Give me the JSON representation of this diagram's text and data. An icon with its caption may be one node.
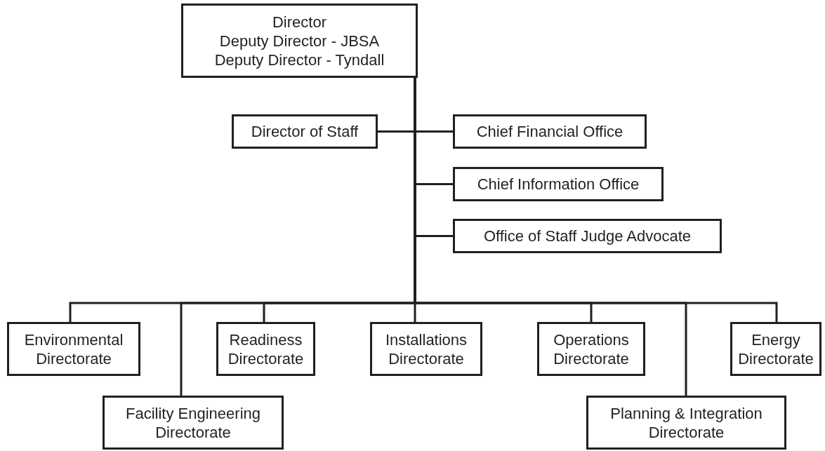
{
  "diagram": {
    "nodes": [
      {
        "text": [
          "Director",
          "Deputy Director - JBSA",
          "Deputy Director - Tyndall"
        ]
      },
      {
        "text": [
          "Director of Staff"
        ]
      },
      {
        "text": [
          "Chief Financial Office"
        ]
      },
      {
        "text": [
          "Chief Information Office"
        ]
      },
      {
        "text": [
          "Office of Staff Judge Advocate"
        ]
      },
      {
        "text": [
          "Environmental Directorate"
        ]
      },
      {
        "text": [
          "Facility Engineering Directorate"
        ]
      },
      {
        "text": [
          "Readiness Directorate"
        ]
      },
      {
        "text": [
          "Installations Directorate"
        ]
      },
      {
        "text": [
          "Operations Directorate"
        ]
      },
      {
        "text": [
          "Planning & Integration Directorate"
        ]
      },
      {
        "text": [
          "Energy Directorate"
        ]
      }
    ],
    "edges": [
      {
        "from": 0,
        "to": 1,
        "arrow": "none"
      },
      {
        "from": 0,
        "to": 2,
        "arrow": "none"
      },
      {
        "from": 0,
        "to": 3,
        "arrow": "none"
      },
      {
        "from": 0,
        "to": 4,
        "arrow": "none"
      },
      {
        "from": 0,
        "to": 5,
        "arrow": "none"
      },
      {
        "from": 0,
        "to": 6,
        "arrow": "none"
      },
      {
        "from": 0,
        "to": 7,
        "arrow": "none"
      },
      {
        "from": 0,
        "to": 8,
        "arrow": "none"
      },
      {
        "from": 0,
        "to": 9,
        "arrow": "none"
      },
      {
        "from": 0,
        "to": 10,
        "arrow": "none"
      },
      {
        "from": 0,
        "to": 11,
        "arrow": "none"
      }
    ]
  }
}
